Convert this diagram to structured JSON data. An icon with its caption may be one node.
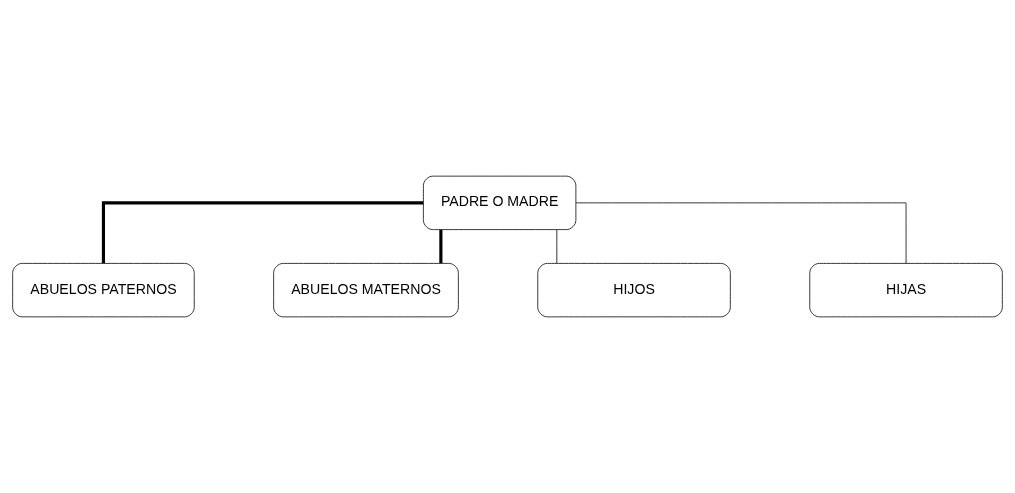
{
  "diagram": {
    "nodes": [
      {
        "text": [
          "PADRE O MADRE"
        ]
      },
      {
        "text": [
          "ABUELOS PATERNOS"
        ]
      },
      {
        "text": [
          "ABUELOS MATERNOS"
        ]
      },
      {
        "text": [
          "HIJOS"
        ]
      },
      {
        "text": [
          "HIJAS"
        ]
      }
    ],
    "edges": [
      {
        "from": 0,
        "to": 1,
        "arrow": "none",
        "style": "thick"
      },
      {
        "from": 0,
        "to": 2,
        "arrow": "none",
        "style": "thick"
      },
      {
        "from": 0,
        "to": 3,
        "arrow": "none"
      },
      {
        "from": 0,
        "to": 4,
        "arrow": "none"
      }
    ]
  }
}
